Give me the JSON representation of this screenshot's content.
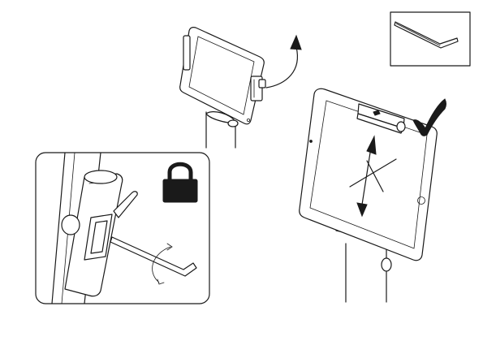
{
  "figure": {
    "panels": [
      "tablet-on-stand-top",
      "allen-key-inset",
      "lock-detail-inset",
      "tablet-mounted-final"
    ],
    "icons": {
      "rotate": "curved-arrow-icon",
      "lock": "padlock-icon",
      "confirm": "checkmark-icon",
      "no_rotate": "crossed-rotation-icon",
      "tool": "allen-key-icon"
    },
    "colors": {
      "line": "#1a1a1a",
      "background": "#ffffff",
      "icon_fill": "#1a1a1a"
    }
  }
}
